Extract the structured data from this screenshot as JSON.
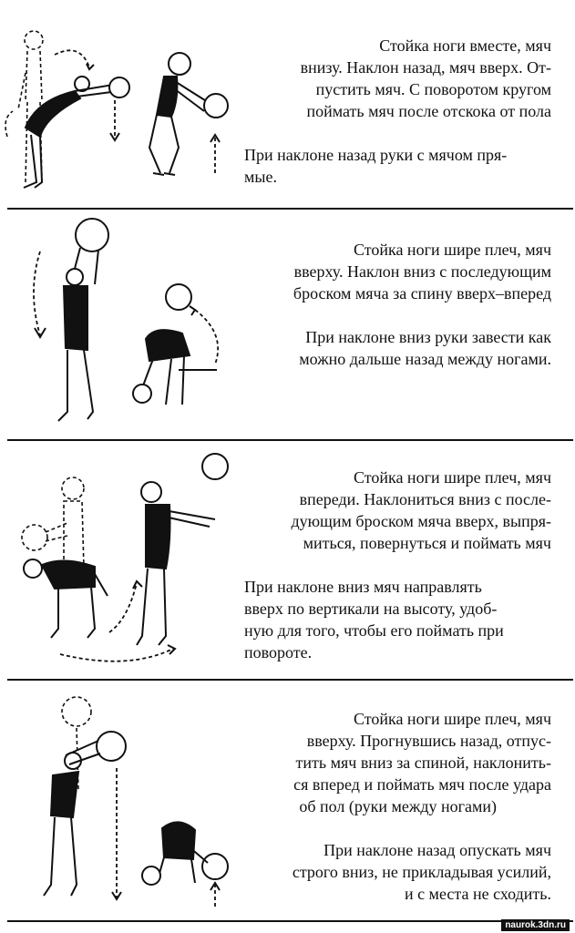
{
  "exercises": [
    {
      "lines": [
        "Стойка ноги вместе, мяч",
        "внизу. Наклон назад, мяч вверх. От-",
        "пустить мяч. С поворотом кругом",
        "поймать мяч после отскока от пола"
      ],
      "note": [
        "При наклоне назад руки с мячом пря-",
        "мые."
      ]
    },
    {
      "lines": [
        "Стойка ноги шире плеч, мяч",
        "вверху. Наклон вниз с последующим",
        "броском мяча за спину вверх–вперед"
      ],
      "note": [
        "При наклоне вниз руки завести как",
        "можно дальше назад между ногами."
      ]
    },
    {
      "lines": [
        "Стойка ноги шире плеч, мяч",
        "впереди. Наклониться вниз с после-",
        "дующим броском мяча вверх, выпря-",
        "миться, повернуться и поймать мяч"
      ],
      "note": [
        "При наклоне вниз мяч направлять",
        "вверх по вертикали на высоту, удоб-",
        "ную для того, чтобы его поймать при",
        "повороте."
      ]
    },
    {
      "lines": [
        "Стойка ноги шире плеч, мяч",
        "вверху. Прогнувшись назад, отпус-",
        "тить мяч вниз за спиной, наклонить-",
        "ся вперед и поймать мяч после удара",
        "об пол (руки между ногами)"
      ],
      "note": [
        "При наклоне назад опускать мяч",
        "строго вниз, не прикладывая усилий,",
        "и с места не сходить."
      ]
    }
  ],
  "watermark": "naurok.3dn.ru"
}
